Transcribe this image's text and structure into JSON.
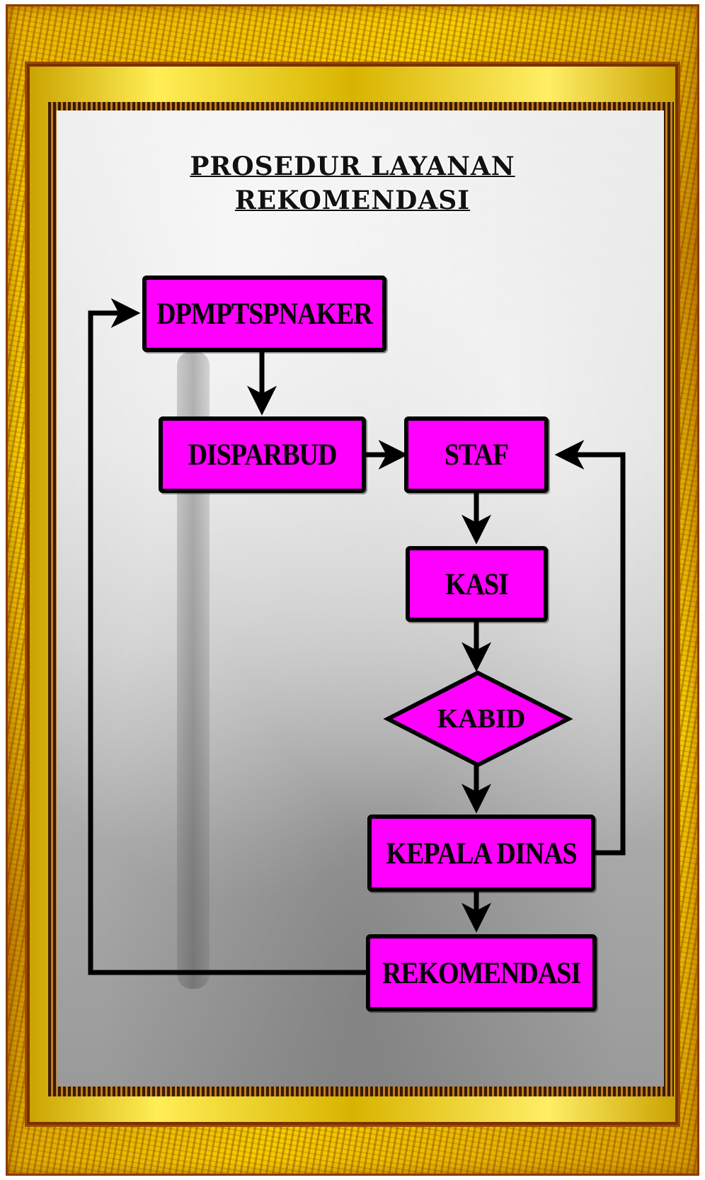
{
  "title": {
    "line1": "PROSEDUR LAYANAN",
    "line2": "REKOMENDASI"
  },
  "nodes": {
    "dpmptspnaker": "DPMPTSPNAKER",
    "disparbud": "DISPARBUD",
    "staf": "STAF",
    "kasi": "KASI",
    "kabid": "KABID",
    "kepala_dinas": "KEPALA DINAS",
    "rekomendasi": "REKOMENDASI"
  },
  "colors": {
    "node_fill": "#ff00ff",
    "node_border": "#000000",
    "frame": "#e6b800"
  }
}
